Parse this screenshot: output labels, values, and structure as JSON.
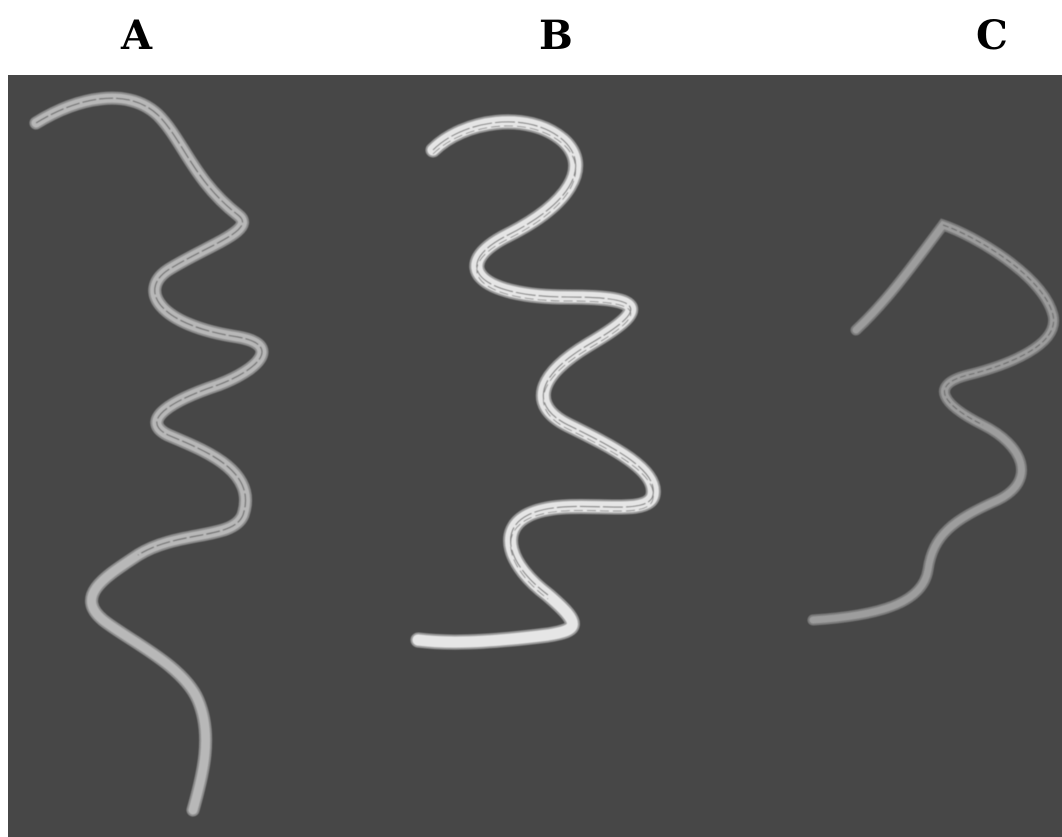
{
  "panels": [
    {
      "label": "A"
    },
    {
      "label": "B"
    },
    {
      "label": "C"
    }
  ],
  "colors": {
    "background": "#474747",
    "ribbon_a": "#a8a8a8",
    "ribbon_b": "#dcdcdc",
    "ribbon_c": "#8f8f8f",
    "label": "#000000",
    "page": "#ffffff"
  }
}
